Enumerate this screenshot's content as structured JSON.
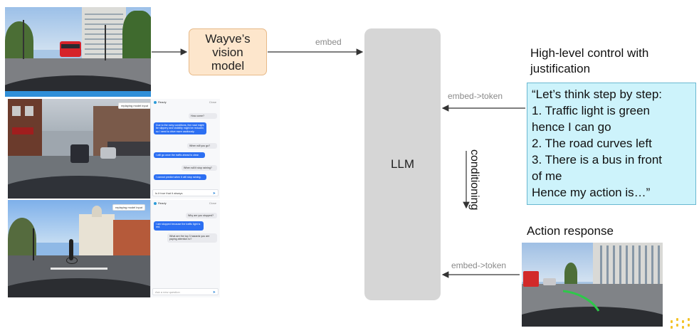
{
  "vision_model": {
    "lines": [
      "Wayve’s",
      "vision",
      "model"
    ]
  },
  "llm": {
    "label": "LLM"
  },
  "arrows": {
    "embed": "embed",
    "embed_token_top": "embed->token",
    "embed_token_bottom": "embed->token",
    "conditioning": "conditioning"
  },
  "high_level": {
    "heading_lines": [
      "High-level control with",
      "justification"
    ],
    "lines": [
      "“Let’s think step by step:",
      "1. Traffic light is green",
      "hence I can go",
      "2. The road curves left",
      "3. There is a bus in front",
      "of me",
      "Hence my action is…”"
    ]
  },
  "action": {
    "heading": "Action response"
  },
  "chat1": {
    "tag": "replaying model input",
    "header_status": "Ready",
    "header_action": "Close",
    "messages": [
      {
        "from": "me",
        "text": "How come?"
      },
      {
        "from": "bot",
        "text": "Due to the rainy conditions, the road might be slippery and visibility might be reduced, so I need to drive more cautiously."
      },
      {
        "from": "me",
        "text": "When will you go?"
      },
      {
        "from": "bot",
        "text": "I will go once the traffic ahead is clear."
      },
      {
        "from": "me",
        "text": "When will it stop raining?"
      },
      {
        "from": "bot",
        "text": "I cannot predict when it will stop raining."
      }
    ],
    "input": "Is it true that it always"
  },
  "chat2": {
    "tag": "replaying model input",
    "header_status": "Ready",
    "header_action": "Close",
    "messages": [
      {
        "from": "me",
        "text": "Why are you stopped?"
      },
      {
        "from": "bot",
        "text": "I am stopped because the traffic light is red."
      },
      {
        "from": "me",
        "text": "What are the top 3 hazards you are paying attention to?"
      }
    ],
    "input": "Ask a new question"
  },
  "colors": {
    "vision_fill": "#fde6cc",
    "llm_fill": "#d6d6d6",
    "justification_fill": "#cdf3fb",
    "chat_user_bubble": "#2c6ff2",
    "path_overlay": "#2ec84a",
    "logo": "#f3c32a"
  }
}
